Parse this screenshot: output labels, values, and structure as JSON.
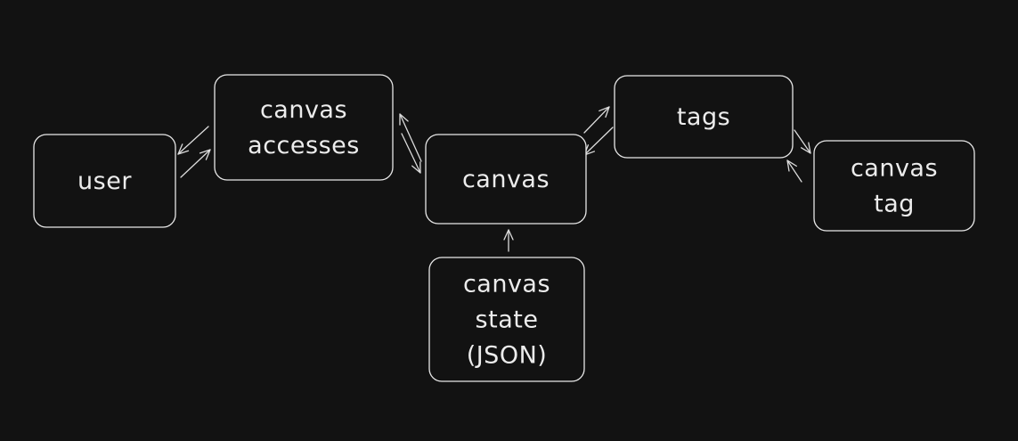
{
  "diagram": {
    "nodes": [
      {
        "id": "user",
        "lines": [
          "user"
        ]
      },
      {
        "id": "canvas_accesses",
        "lines": [
          "canvas",
          "accesses"
        ]
      },
      {
        "id": "canvas",
        "lines": [
          "canvas"
        ]
      },
      {
        "id": "canvas_state",
        "lines": [
          "canvas",
          "state",
          "(JSON)"
        ]
      },
      {
        "id": "tags",
        "lines": [
          "tags"
        ]
      },
      {
        "id": "canvas_tag",
        "lines": [
          "canvas",
          "tag"
        ]
      }
    ],
    "edges": [
      {
        "from": "canvas_accesses",
        "to": "user"
      },
      {
        "from": "user",
        "to": "canvas_accesses"
      },
      {
        "from": "canvas",
        "to": "canvas_accesses"
      },
      {
        "from": "canvas_accesses",
        "to": "canvas"
      },
      {
        "from": "canvas",
        "to": "tags"
      },
      {
        "from": "tags",
        "to": "canvas"
      },
      {
        "from": "tags",
        "to": "canvas_tag"
      },
      {
        "from": "canvas_tag",
        "to": "tags"
      },
      {
        "from": "canvas_state",
        "to": "canvas"
      }
    ]
  }
}
